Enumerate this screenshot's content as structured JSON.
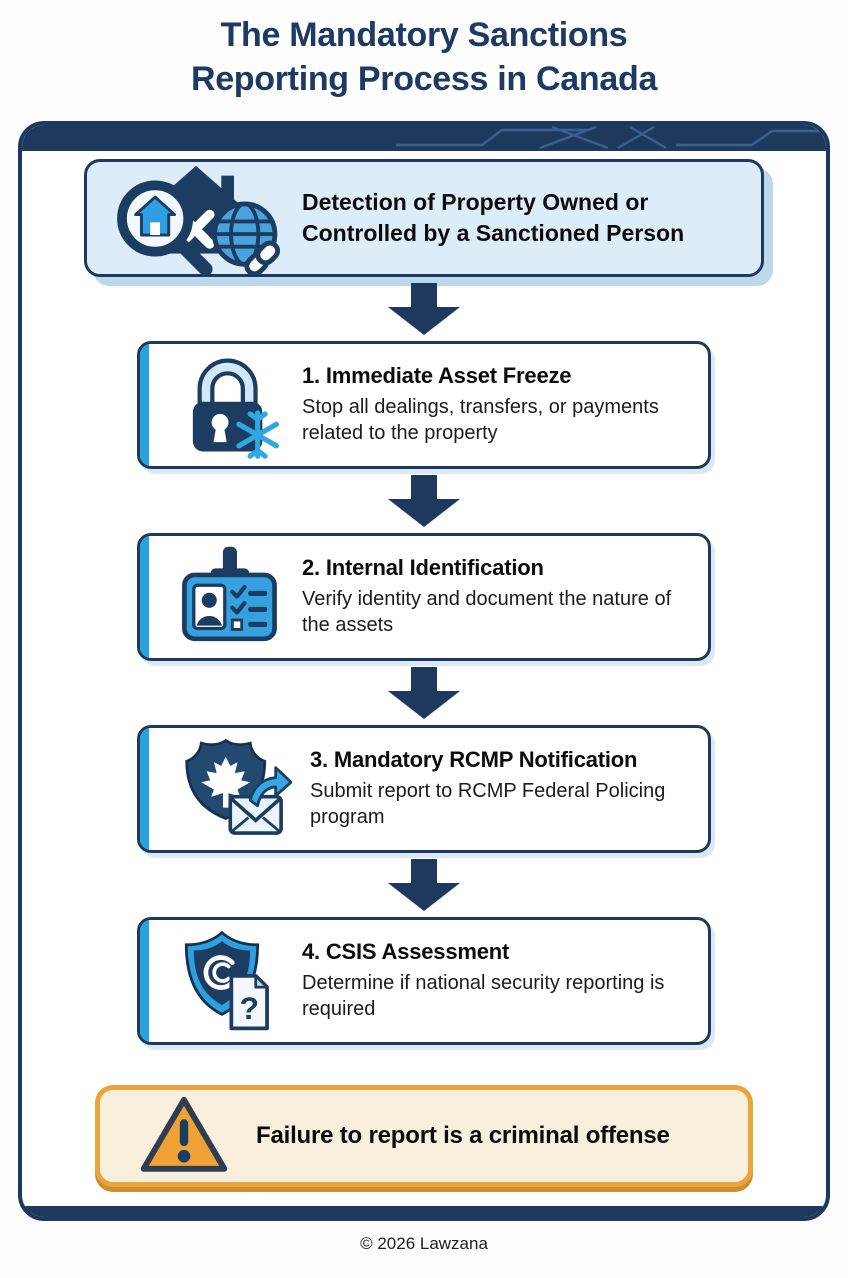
{
  "title": {
    "line1": "The Mandatory Sanctions",
    "line2": "Reporting Process in Canada"
  },
  "header_step": {
    "label": "Detection of Property Owned or Controlled by a Sanctioned Person",
    "icon": "property-detection-icon"
  },
  "steps": [
    {
      "title": "1. Immediate Asset Freeze",
      "description": "Stop all dealings, transfers, or payments related to the property",
      "icon": "asset-freeze-lock-icon"
    },
    {
      "title": "2. Internal Identification",
      "description": "Verify identity and document the nature of the assets",
      "icon": "id-card-icon"
    },
    {
      "title": "3. Mandatory RCMP Notification",
      "description": "Submit report to RCMP Federal Policing program",
      "icon": "rcmp-badge-envelope-icon"
    },
    {
      "title": "4. CSIS Assessment",
      "description": "Determine if national security reporting is required",
      "icon": "csis-shield-document-icon"
    }
  ],
  "warning": {
    "label": "Failure to report is a criminal offense",
    "icon": "warning-triangle-icon"
  },
  "footer": {
    "copyright": "© 2026 Lawzana"
  },
  "colors": {
    "navy": "#1d3a5e",
    "title_navy": "#1d3a63",
    "accent_blue": "#2aa2dd",
    "header_fill": "#dcedf9",
    "header_shadow": "#bcd9ec",
    "warning_fill": "#faeedd",
    "warning_border": "#e9a43b",
    "warning_triangle": "#f0a236"
  }
}
